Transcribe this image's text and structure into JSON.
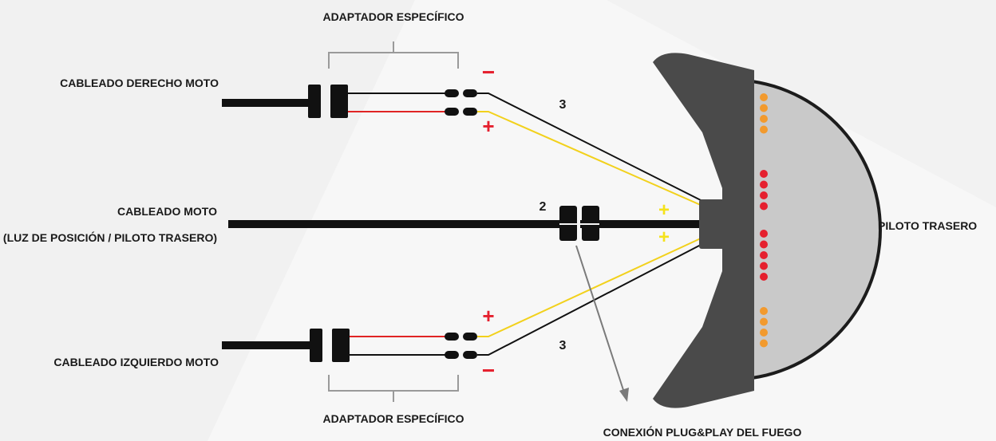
{
  "labels": {
    "adapter_top": "ADAPTADOR ESPECÍFICO",
    "adapter_bottom": "ADAPTADOR ESPECÍFICO",
    "right_harness": "CABLEADO DERECHO MOTO",
    "center_harness_line1": "CABLEADO MOTO",
    "center_harness_line2": "(LUZ DE POSICIÓN / PILOTO TRASERO)",
    "left_harness": "CABLEADO IZQUIERDO MOTO",
    "tail_light": "PILOTO TRASERO",
    "plug_play": "CONEXIÓN PLUG&PLAY DEL FUEGO"
  },
  "wire_counts": {
    "top": "3",
    "center": "2",
    "bottom": "3"
  },
  "polarity": {
    "top_minus": "−",
    "top_plus": "+",
    "center_plus_1": "+",
    "center_plus_2": "+",
    "bottom_plus": "+",
    "bottom_minus": "−"
  },
  "colors": {
    "wire_black": "#111111",
    "wire_red": "#e02424",
    "wire_yellow": "#f2d11c",
    "housing": "#4a4a4a",
    "lens": "#c9c9c9",
    "led_orange": "#f29a2e",
    "led_red": "#e5202e",
    "sign_red": "#e5202e",
    "sign_yellow": "#f5e21a",
    "arrow_gray": "#7a7a7a"
  }
}
